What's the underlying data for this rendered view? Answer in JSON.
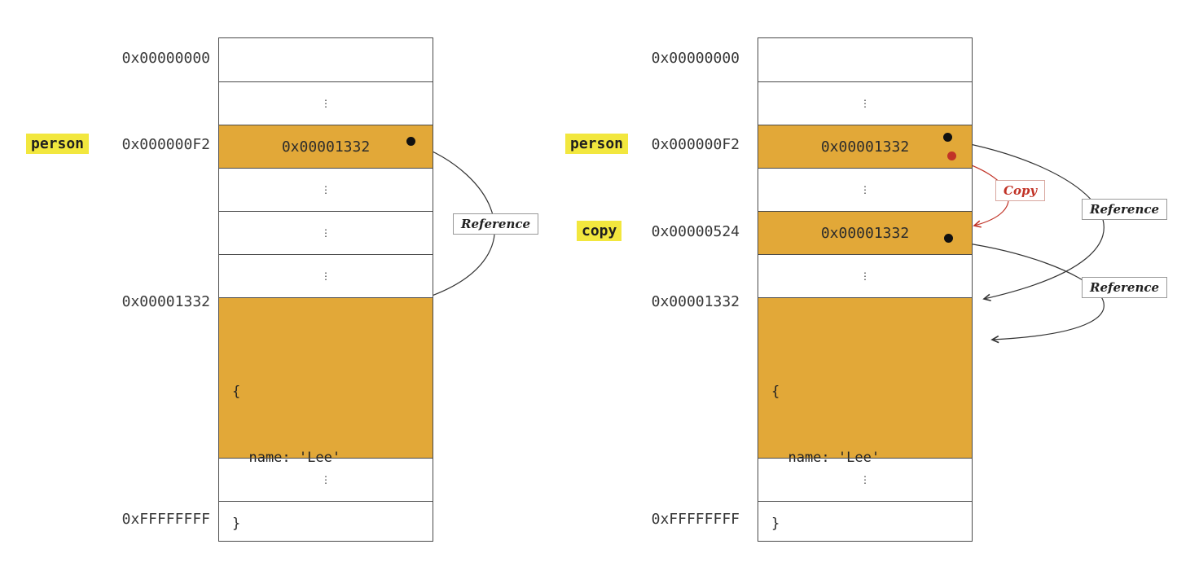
{
  "glyphs": {
    "ellipsis": "⋮"
  },
  "colors": {
    "cell_highlight": "#e2a838",
    "variable_highlight": "#f2e73e",
    "copy_red": "#c13327",
    "border": "#4a4a4a",
    "background": "#ffffff"
  },
  "left": {
    "addr_top": "0x00000000",
    "var_person": "person",
    "addr_person": "0x000000F2",
    "val_person": "0x00001332",
    "addr_object": "0x00001332",
    "object_lines": [
      "{",
      "  name: 'Lee'",
      "}"
    ],
    "addr_bottom": "0xFFFFFFFF",
    "reference_label": "Reference"
  },
  "right": {
    "addr_top": "0x00000000",
    "var_person": "person",
    "addr_person": "0x000000F2",
    "val_person": "0x00001332",
    "var_copy": "copy",
    "addr_copy": "0x00000524",
    "val_copy": "0x00001332",
    "addr_object": "0x00001332",
    "object_lines": [
      "{",
      "  name: 'Lee'",
      "}"
    ],
    "addr_bottom": "0xFFFFFFFF",
    "reference_label_1": "Reference",
    "reference_label_2": "Reference",
    "copy_label": "Copy"
  }
}
